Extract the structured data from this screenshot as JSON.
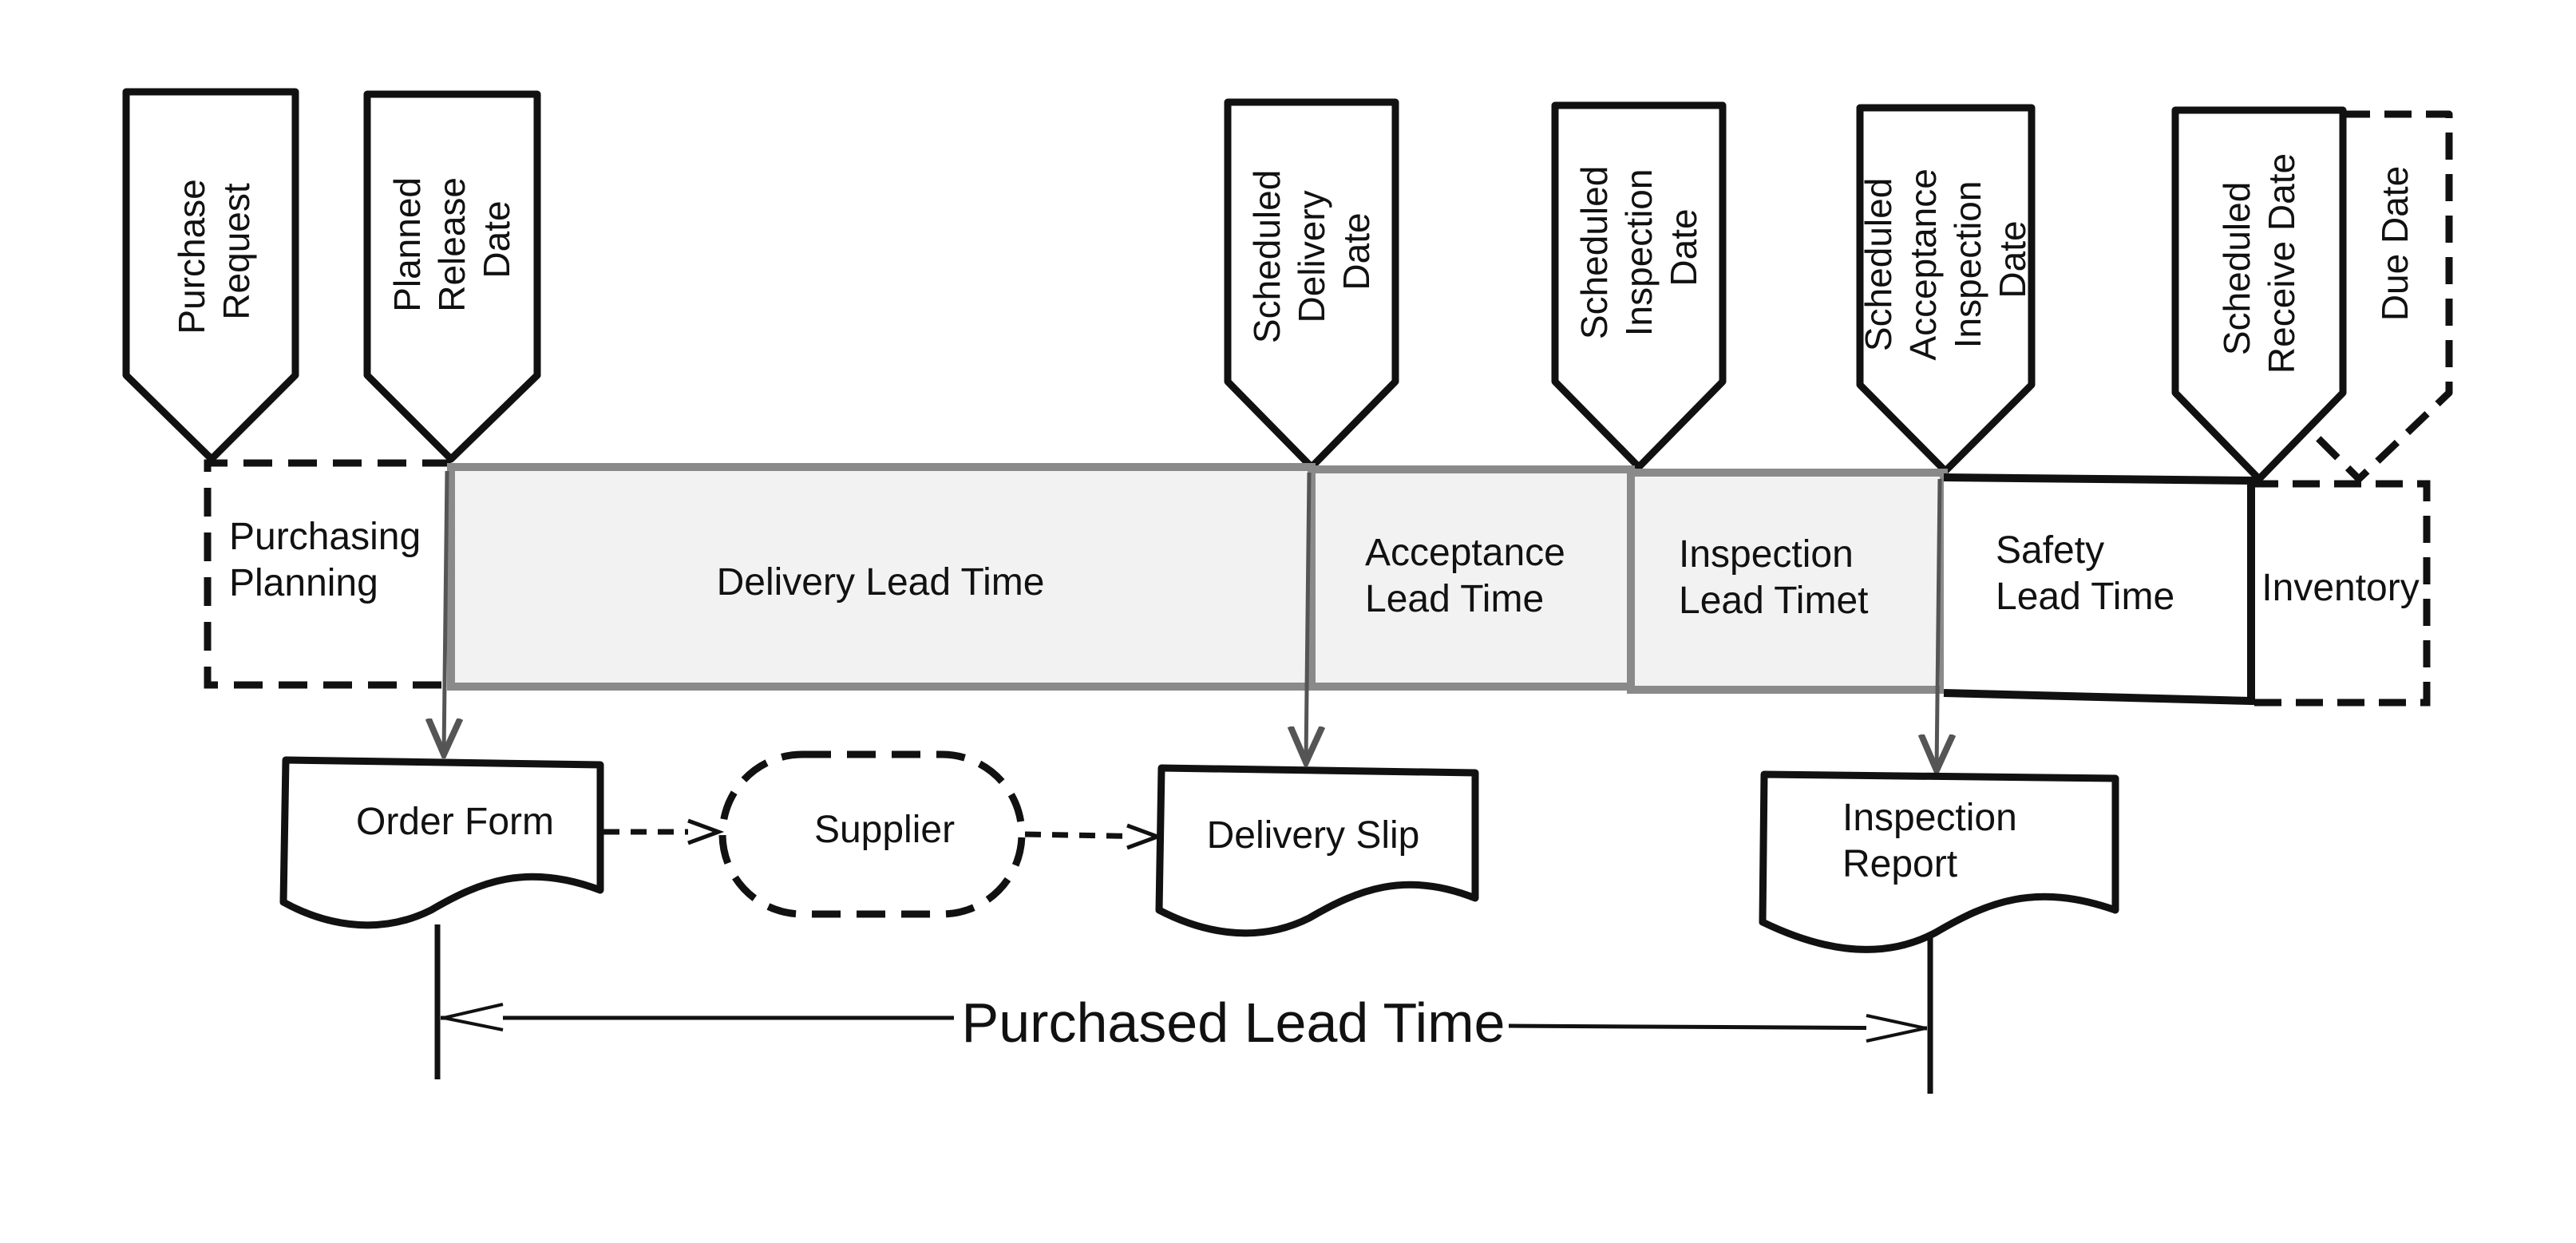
{
  "milestones": [
    {
      "id": "purchase-request",
      "lines": [
        "Purchase",
        "Request"
      ],
      "dashed": false
    },
    {
      "id": "planned-release-date",
      "lines": [
        "Planned",
        "Release",
        "Date"
      ],
      "dashed": false
    },
    {
      "id": "scheduled-delivery-date",
      "lines": [
        "Scheduled",
        "Delivery",
        "Date"
      ],
      "dashed": false
    },
    {
      "id": "scheduled-inspection-date",
      "lines": [
        "Scheduled",
        "Inspection",
        "Date"
      ],
      "dashed": false
    },
    {
      "id": "scheduled-acceptance-inspection-date",
      "lines": [
        "Scheduled",
        "Acceptance",
        "Inspection",
        "Date"
      ],
      "dashed": false
    },
    {
      "id": "scheduled-receive-date",
      "lines": [
        "Scheduled",
        "Receive Date"
      ],
      "dashed": false
    },
    {
      "id": "due-date",
      "lines": [
        "Due Date"
      ],
      "dashed": true
    }
  ],
  "segments": [
    {
      "id": "purchasing-planning",
      "lines": [
        "Purchasing",
        "Planning"
      ],
      "style": "dashed"
    },
    {
      "id": "delivery-lead-time",
      "lines": [
        "Delivery Lead Time"
      ],
      "style": "shaded"
    },
    {
      "id": "acceptance-lead-time",
      "lines": [
        "Acceptance",
        "Lead Time"
      ],
      "style": "shaded"
    },
    {
      "id": "inspection-lead-time",
      "lines": [
        "Inspection",
        "Lead Timet"
      ],
      "style": "shaded"
    },
    {
      "id": "safety-lead-time",
      "lines": [
        "Safety",
        "Lead Time"
      ],
      "style": "solid"
    },
    {
      "id": "inventory",
      "lines": [
        "Inventory"
      ],
      "style": "dashed"
    }
  ],
  "documents": {
    "order_form": [
      "Order Form"
    ],
    "supplier": [
      "Supplier"
    ],
    "delivery_slip": [
      "Delivery Slip"
    ],
    "inspection_report": [
      "Inspection",
      "Report"
    ]
  },
  "purchased_lead_time": "Purchased Lead Time",
  "colors": {
    "ink": "#111111",
    "shade": "#f2f2f2",
    "shade_edge": "#8a8a8a"
  }
}
